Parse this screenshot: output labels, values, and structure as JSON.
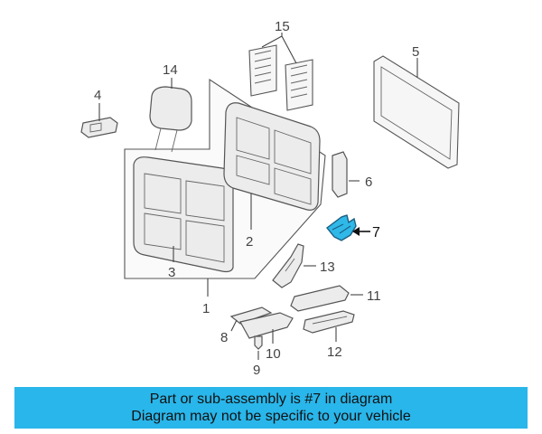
{
  "banner": {
    "line1": "Part or sub-assembly is #7 in diagram",
    "line2": "Diagram may not be specific to your vehicle"
  },
  "highlight_color": "#2fb8e8",
  "banner_color": "#29b6ea",
  "callouts": {
    "c1": "1",
    "c2": "2",
    "c3": "3",
    "c4": "4",
    "c5": "5",
    "c6": "6",
    "c7": "7",
    "c8": "8",
    "c9": "9",
    "c10": "10",
    "c11": "11",
    "c12": "12",
    "c13": "13",
    "c14": "14",
    "c15": "15"
  }
}
